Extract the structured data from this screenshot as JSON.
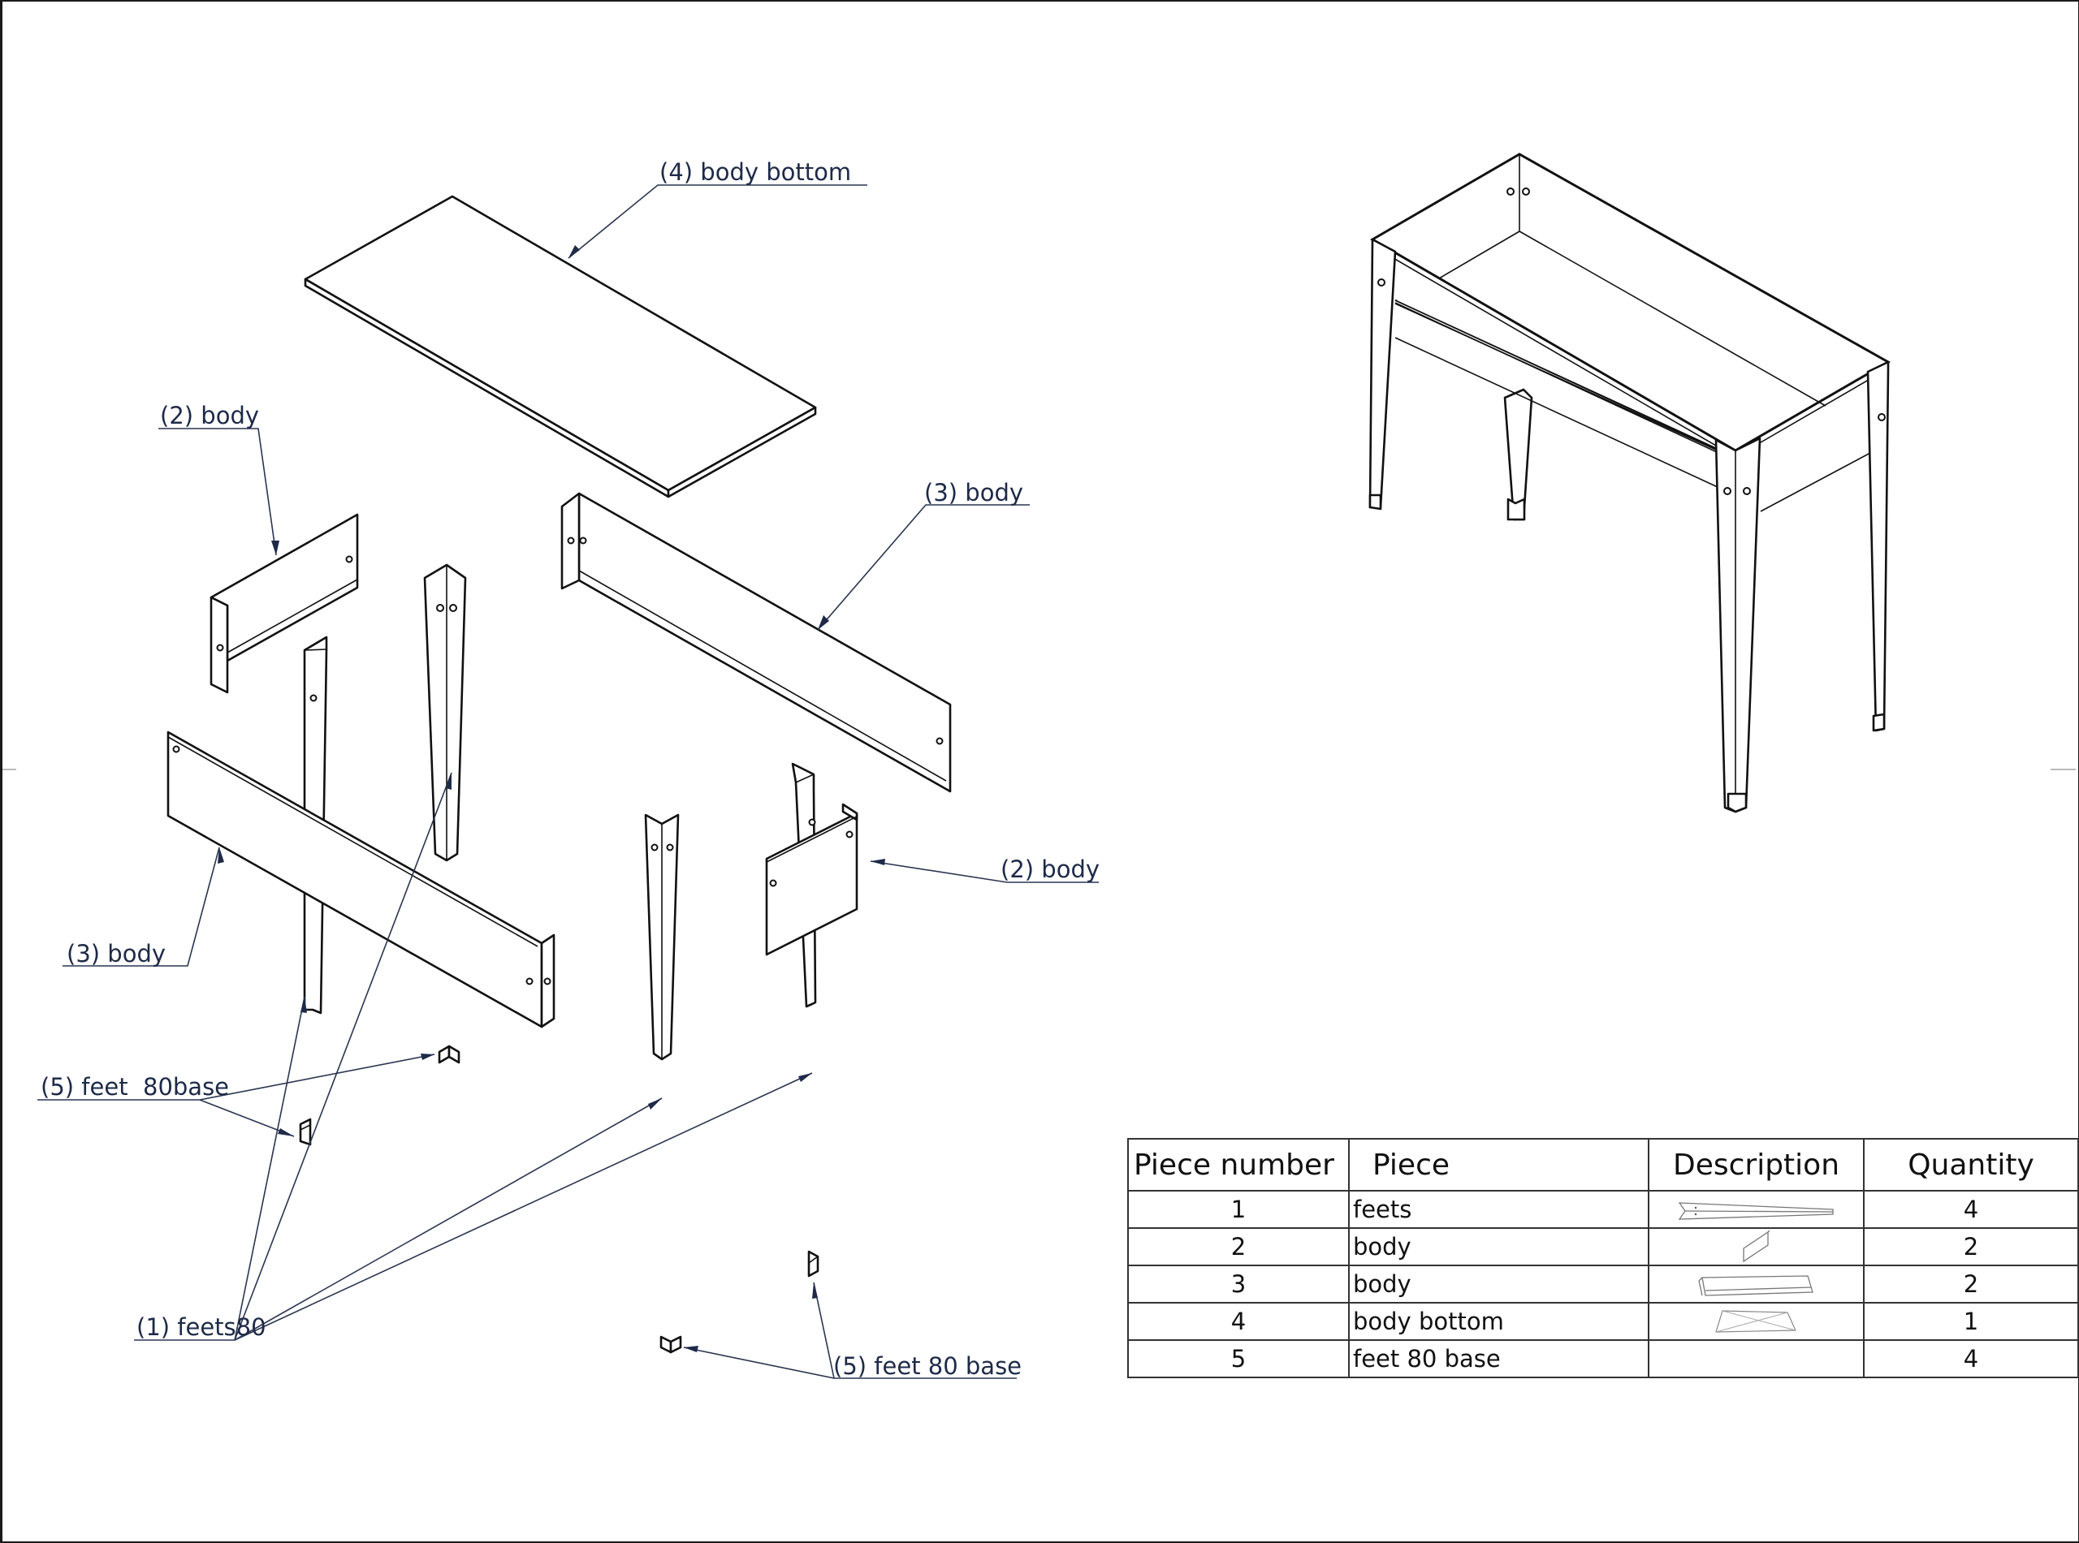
{
  "drawing": {
    "type": "exploded assembly view with assembled isometric view",
    "callouts": [
      {
        "id": "body-bottom",
        "text": "(4) body bottom"
      },
      {
        "id": "body-2-left",
        "text": "(2) body"
      },
      {
        "id": "body-3-right",
        "text": "(3) body"
      },
      {
        "id": "body-3-left",
        "text": "(3) body"
      },
      {
        "id": "body-2-right",
        "text": "(2) body"
      },
      {
        "id": "feet-base-left",
        "text": "(5) feet  80base"
      },
      {
        "id": "feets",
        "text": "(1) feets80"
      },
      {
        "id": "feet-base-bottom",
        "text": "(5) feet 80 base"
      }
    ]
  },
  "bom": {
    "headers": [
      "Piece number",
      "Piece",
      "Description",
      "Quantity"
    ],
    "rows": [
      {
        "number": "1",
        "piece": "feets",
        "description_icon": "feet-leg-thumbnail-icon",
        "quantity": "4"
      },
      {
        "number": "2",
        "piece": "body",
        "description_icon": "short-side-panel-thumbnail-icon",
        "quantity": "2"
      },
      {
        "number": "3",
        "piece": "body",
        "description_icon": "long-side-panel-thumbnail-icon",
        "quantity": "2"
      },
      {
        "number": "4",
        "piece": "body bottom",
        "description_icon": "bottom-plate-thumbnail-icon",
        "quantity": "1"
      },
      {
        "number": "5",
        "piece": "feet 80 base",
        "description_icon": "",
        "quantity": "4"
      }
    ]
  },
  "colors": {
    "line": "#111111",
    "annotation": "#1e2a48",
    "border": "#1a1a1a"
  }
}
